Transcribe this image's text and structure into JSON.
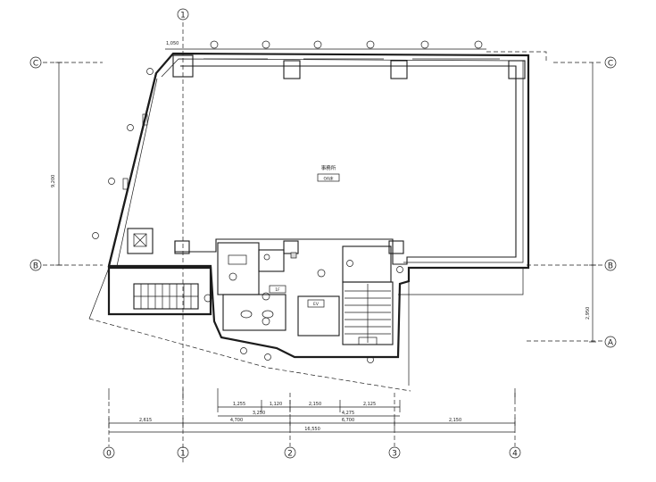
{
  "grid": {
    "columns": [
      "0",
      "1",
      "2",
      "3",
      "4"
    ],
    "rows": [
      "C",
      "B",
      "A"
    ],
    "top_axis": "1"
  },
  "room_labels": {
    "office": "事務所",
    "office_sub": "OA床",
    "elevator": "EV",
    "room_1f": "1F"
  },
  "dimensions": {
    "bottom_segments": [
      "2,615",
      "4,700",
      "6,700",
      "2,150"
    ],
    "bottom_total": "16,550",
    "mid_segments": [
      "1,255",
      "1,120",
      "2,150",
      "2,125"
    ],
    "mid_total": "3,250",
    "core_total": "4,275",
    "left_height": "9,200",
    "right_height": "2,950",
    "top_small": "1,050"
  }
}
